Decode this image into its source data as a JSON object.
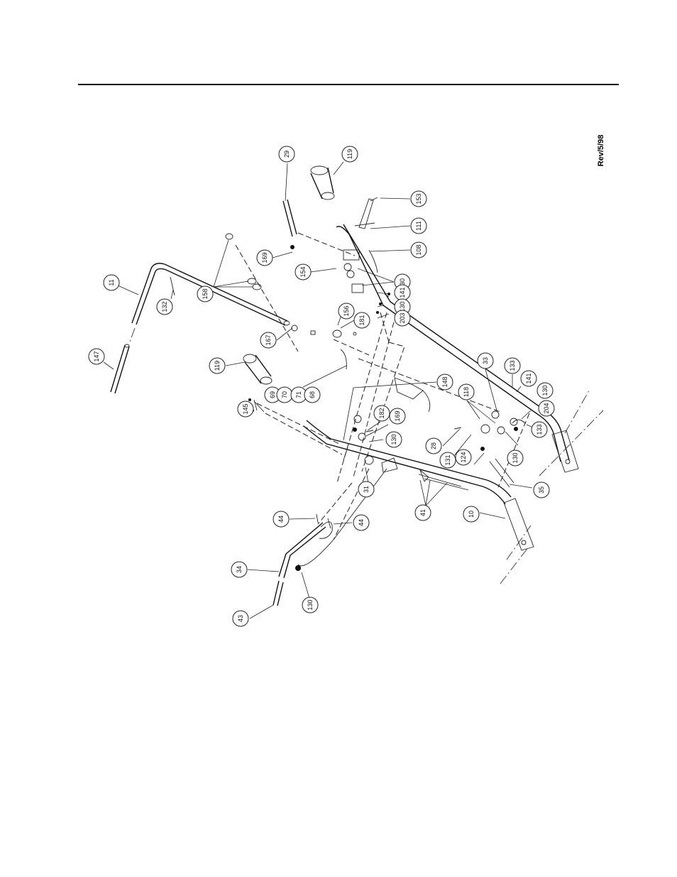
{
  "header": {
    "revision": "Rev/5/98"
  },
  "callouts": [
    {
      "id": "c-147",
      "label": "147"
    },
    {
      "id": "c-11",
      "label": "11"
    },
    {
      "id": "c-132",
      "label": "132"
    },
    {
      "id": "c-158",
      "label": "158"
    },
    {
      "id": "c-29",
      "label": "29"
    },
    {
      "id": "c-119a",
      "label": "119"
    },
    {
      "id": "c-153",
      "label": "153"
    },
    {
      "id": "c-111",
      "label": "111"
    },
    {
      "id": "c-108",
      "label": "108"
    },
    {
      "id": "c-169a",
      "label": "169"
    },
    {
      "id": "c-154",
      "label": "154"
    },
    {
      "id": "c-30",
      "label": "30"
    },
    {
      "id": "c-141a",
      "label": "141"
    },
    {
      "id": "c-130a",
      "label": "130"
    },
    {
      "id": "c-203",
      "label": "203"
    },
    {
      "id": "c-181",
      "label": "181"
    },
    {
      "id": "c-156",
      "label": "156"
    },
    {
      "id": "c-167",
      "label": "167"
    },
    {
      "id": "c-119b",
      "label": "119"
    },
    {
      "id": "c-69",
      "label": "69"
    },
    {
      "id": "c-70",
      "label": "70"
    },
    {
      "id": "c-71",
      "label": "71"
    },
    {
      "id": "c-68",
      "label": "68"
    },
    {
      "id": "c-145",
      "label": "145"
    },
    {
      "id": "c-148",
      "label": "148"
    },
    {
      "id": "c-33",
      "label": "33"
    },
    {
      "id": "c-133a",
      "label": "133"
    },
    {
      "id": "c-141b",
      "label": "141"
    },
    {
      "id": "c-130b",
      "label": "130"
    },
    {
      "id": "c-204",
      "label": "204"
    },
    {
      "id": "c-118",
      "label": "118"
    },
    {
      "id": "c-182",
      "label": "182"
    },
    {
      "id": "c-169b",
      "label": "169"
    },
    {
      "id": "c-130c",
      "label": "130"
    },
    {
      "id": "c-28",
      "label": "28"
    },
    {
      "id": "c-131",
      "label": "131"
    },
    {
      "id": "c-124",
      "label": "124"
    },
    {
      "id": "c-130d",
      "label": "130"
    },
    {
      "id": "c-133b",
      "label": "133"
    },
    {
      "id": "c-31",
      "label": "31"
    },
    {
      "id": "c-35",
      "label": "35"
    },
    {
      "id": "c-41",
      "label": "41"
    },
    {
      "id": "c-10",
      "label": "10"
    },
    {
      "id": "c-44a",
      "label": "44"
    },
    {
      "id": "c-44b",
      "label": "44"
    },
    {
      "id": "c-34",
      "label": "34"
    },
    {
      "id": "c-130e",
      "label": "130"
    },
    {
      "id": "c-43",
      "label": "43"
    }
  ]
}
